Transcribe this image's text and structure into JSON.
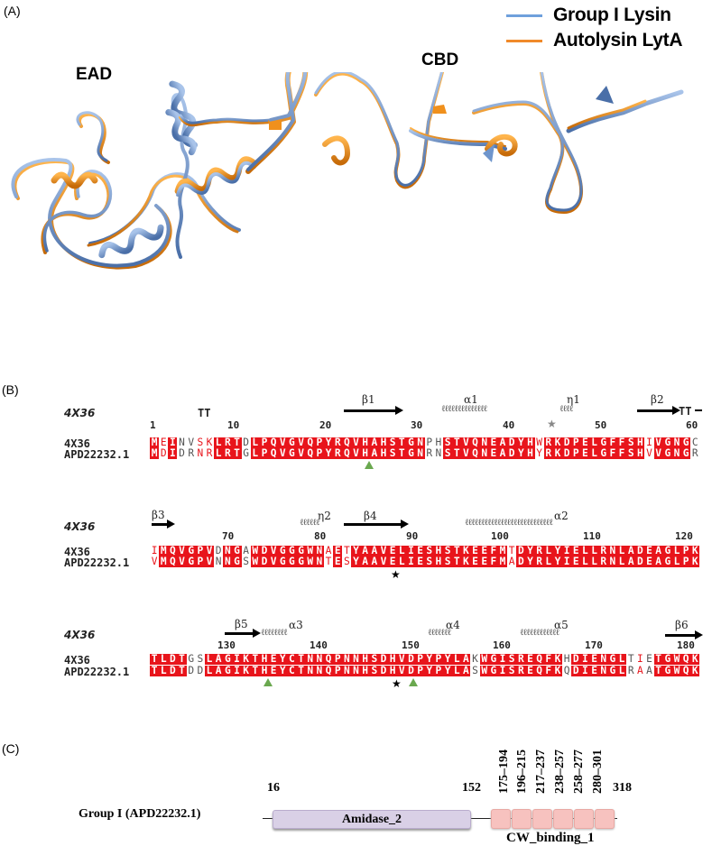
{
  "panels": {
    "a": {
      "label": "(A)",
      "legend": [
        {
          "name": "Group I Lysin",
          "color": "#6fa0dc"
        },
        {
          "name": "Autolysin LytA",
          "color": "#f08a2a"
        }
      ],
      "domain_labels": {
        "ead": "EAD",
        "cbd": "CBD"
      },
      "colors": {
        "blue_ribbon": "#6f95cc",
        "orange_ribbon": "#f0901c"
      }
    },
    "b": {
      "label": "(B)",
      "structure_name": "4X36",
      "sequence_names": [
        "4X36",
        "APD22232.1"
      ],
      "blocks": [
        {
          "start": 1,
          "ticks": [
            {
              "pos": 1,
              "label": "1"
            },
            {
              "pos": 10,
              "label": "10"
            },
            {
              "pos": 20,
              "label": "20"
            },
            {
              "pos": 30,
              "label": "30"
            },
            {
              "pos": 40,
              "label": "40"
            },
            {
              "pos": 50,
              "label": "50"
            },
            {
              "pos": 60,
              "label": "60"
            }
          ],
          "seq1": "MEINVSKLRTDLPQVGVQPYRQVHAHSTGNPHSTVQNEADYHWRKDPELGFFSHIVGNGC",
          "seq2": "MDIDRNRLRTGLPQVGVQPYRQVHAHSTGNRNSTVQNEADYHYRKDPELGFFSHVVGNGR",
          "classes": "cscnnsscccncccccccccccccccccccnncccccccccccccsccccccccccccsccccn",
          "secondary": [
            {
              "type": "turn",
              "label": "TT",
              "from": 7,
              "to": 8
            },
            {
              "type": "strand",
              "label": "β1",
              "from": 22,
              "to": 28
            },
            {
              "type": "helix",
              "label": "α1",
              "from": 33,
              "to": 43
            },
            {
              "type": "helix",
              "label": "η1",
              "from": 46,
              "to": 48
            },
            {
              "type": "strand",
              "label": "β2",
              "from": 52,
              "to": 56
            },
            {
              "type": "turn",
              "label": "TT",
              "from": 57,
              "to": 58
            }
          ],
          "markers": [
            {
              "type": "grey-star",
              "pos": 44,
              "row": "top"
            },
            {
              "type": "green-triangle",
              "pos": 24,
              "row": "bottom"
            }
          ]
        },
        {
          "start": 61,
          "ticks": [
            {
              "pos": 70,
              "label": "70"
            },
            {
              "pos": 80,
              "label": "80"
            },
            {
              "pos": 90,
              "label": "90"
            },
            {
              "pos": 100,
              "label": "100"
            },
            {
              "pos": 110,
              "label": "110"
            },
            {
              "pos": 120,
              "label": "120"
            }
          ],
          "seq1": "IMQVGPVDNGAWDVGGGWNAETYAAVELIESHSTKEEFMTDYRLYIELLRNLADEAGLPK",
          "seq2": "VMQVGPVNNGSWDVGGGWNTESYAAVELIESHSTKEEFMADYRLYIELLRNLADEAGLPK",
          "secondary": [
            {
              "type": "strand",
              "label": "β3",
              "from": 61,
              "to": 62
            },
            {
              "type": "helix",
              "label": "η2",
              "from": 76,
              "to": 80
            },
            {
              "type": "strand",
              "label": "β4",
              "from": 81,
              "to": 87
            },
            {
              "type": "helix",
              "label": "α2",
              "from": 96,
              "to": 117
            }
          ],
          "markers": [
            {
              "type": "black-star",
              "pos": 88,
              "row": "bottom"
            }
          ]
        },
        {
          "start": 121,
          "ticks": [
            {
              "pos": 130,
              "label": "130"
            },
            {
              "pos": 140,
              "label": "140"
            },
            {
              "pos": 150,
              "label": "150"
            },
            {
              "pos": 160,
              "label": "160"
            },
            {
              "pos": 170,
              "label": "170"
            },
            {
              "pos": 180,
              "label": "180"
            }
          ],
          "seq1": "TLDTGSLAGIKTHEYCTNNQPNNHSDHVDPYPYLAKWGISREQFKHDIENGLTIETGWQK",
          "seq2": "TLDTDDLAGIKTHEYCTNNQPNNHSDHVDPYPYLASWGISREQFKQDIENGLRAATGWQK",
          "secondary": [
            {
              "type": "strand",
              "label": "β5",
              "from": 125,
              "to": 129
            },
            {
              "type": "helix",
              "label": "α3",
              "from": 130,
              "to": 136
            },
            {
              "type": "helix",
              "label": "α4",
              "from": 151,
              "to": 156
            },
            {
              "type": "helix",
              "label": "α5",
              "from": 161,
              "to": 171
            },
            {
              "type": "strand",
              "label": "β6",
              "from": 177,
              "to": 180
            }
          ],
          "markers": [
            {
              "type": "green-triangle",
              "pos": 133,
              "row": "bottom"
            },
            {
              "type": "black-star",
              "pos": 148,
              "row": "bottom"
            },
            {
              "type": "green-triangle",
              "pos": 150,
              "row": "bottom"
            }
          ]
        }
      ],
      "colors": {
        "conserved_bg": "#e8141b",
        "similar_text": "#e8141b",
        "box_border": "#6d6fc9",
        "triangle": "#6aa84f"
      }
    },
    "c": {
      "label": "(C)",
      "protein_label": "Group I (APD22232.1)",
      "start_label": "16",
      "mid_label": "152",
      "end_label": "318",
      "amidase": {
        "name": "Amidase_2",
        "color": "#d9d0e6"
      },
      "cw_binding": {
        "name": "CW_binding_1",
        "color": "#f7c2bf",
        "repeats": [
          "175–194",
          "196–215",
          "217–237",
          "238–257",
          "258–277",
          "280–301"
        ]
      }
    }
  }
}
